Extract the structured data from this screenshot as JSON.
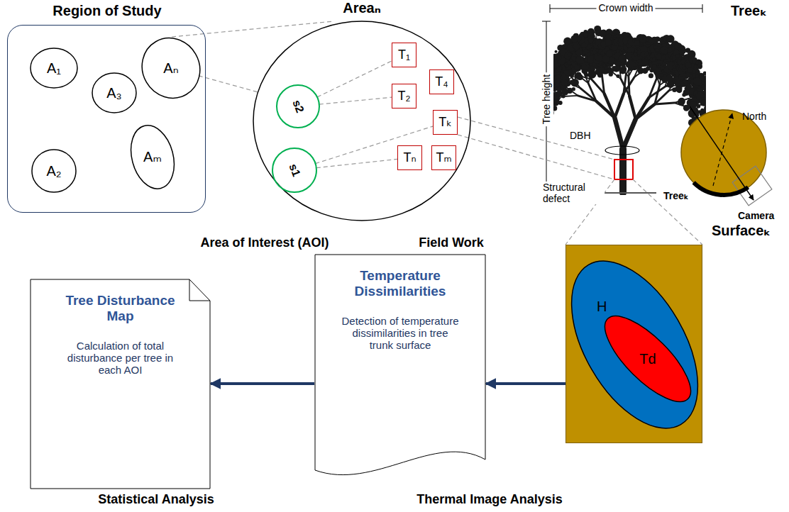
{
  "diagram": {
    "nodes": [
      {
        "text": [
          "Region of Study"
        ]
      },
      {
        "text": [
          "A₁"
        ],
        "in": 0
      },
      {
        "text": [
          "A₃"
        ],
        "in": 0
      },
      {
        "text": [
          "Aₙ"
        ],
        "in": 0
      },
      {
        "text": [
          "A₂"
        ],
        "in": 0
      },
      {
        "text": [
          "Aₘ"
        ],
        "in": 0
      },
      {
        "text": [
          "Areaₙ"
        ]
      },
      {
        "text": [
          "T₁"
        ],
        "in": 6
      },
      {
        "text": [
          "T₄"
        ],
        "in": 6
      },
      {
        "text": [
          "T₂"
        ],
        "in": 6
      },
      {
        "text": [
          "s2"
        ],
        "in": 6
      },
      {
        "text": [
          "Tₖ"
        ],
        "in": 6
      },
      {
        "text": [
          "s1"
        ],
        "in": 6
      },
      {
        "text": [
          "Tₙ"
        ],
        "in": 6
      },
      {
        "text": [
          "Tₘ"
        ],
        "in": 6
      },
      {
        "text": [
          "Surfaceₖ"
        ]
      },
      {
        "text": [
          "H"
        ],
        "in": 15
      },
      {
        "text": [
          "Td"
        ],
        "in": 16
      },
      {
        "text": [
          "Temperature Dissimilarities",
          "Detection of temperature dissimilarities in tree trunk surface"
        ]
      },
      {
        "text": [
          "Tree Disturbance Map",
          "Calculation of total disturbance per tree in each AOI"
        ]
      }
    ],
    "edges": [
      {
        "from": 3,
        "to": 6,
        "arrow": "none"
      },
      {
        "from": 10,
        "to": 7,
        "arrow": "none"
      },
      {
        "from": 10,
        "to": 9,
        "arrow": "none"
      },
      {
        "from": 12,
        "to": 11,
        "arrow": "none"
      },
      {
        "from": 12,
        "to": 13,
        "arrow": "none"
      },
      {
        "from": 15,
        "to": 18,
        "arrow": "to"
      },
      {
        "from": 18,
        "to": 19,
        "arrow": "to"
      }
    ],
    "labels": [
      "Crown width",
      "Tree height",
      "DBH",
      "Structural defect",
      "Treeₖ",
      "North",
      "Treeₖ",
      "Camera",
      "Area of Interest (AOI)",
      "Field Work",
      "Statistical Analysis",
      "Thermal Image Analysis"
    ]
  }
}
